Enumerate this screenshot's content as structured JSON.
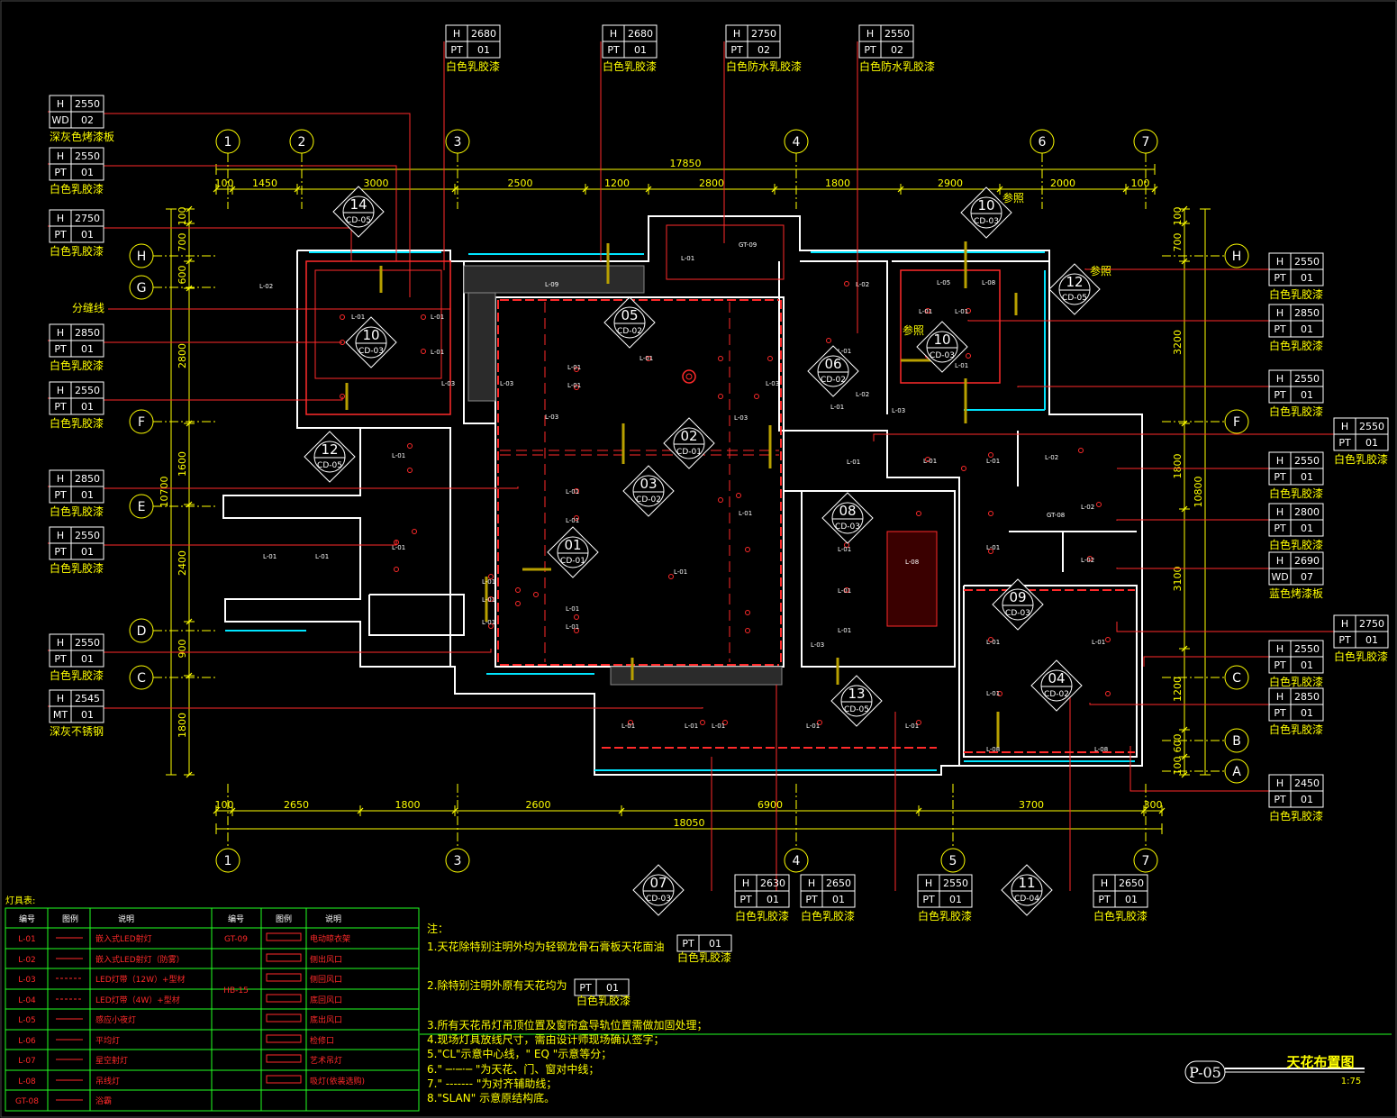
{
  "drawing": {
    "sheet_no": "P-05",
    "title": "天花布置图",
    "scale": "1:75"
  },
  "axes": {
    "top_cols": [
      "1",
      "2",
      "3",
      "4",
      "6",
      "7"
    ],
    "bottom_cols": [
      "1",
      "3",
      "4",
      "5",
      "7"
    ],
    "left_rows": [
      "H",
      "G",
      "F",
      "E",
      "D",
      "C"
    ],
    "right_rows": [
      "H",
      "F",
      "C",
      "B",
      "A"
    ]
  },
  "dims": {
    "top_total": "17850",
    "top": [
      "100",
      "1450",
      "3000",
      "2500",
      "1200",
      "2800",
      "1800",
      "2900",
      "2000",
      "100"
    ],
    "bottom_total": "18050",
    "bottom": [
      "100",
      "2650",
      "1800",
      "2600",
      "6900",
      "3700",
      "300"
    ],
    "left_total": "10700",
    "left": [
      "100",
      "700",
      "600",
      "2800",
      "1600",
      "2400",
      "900",
      "1800"
    ],
    "right_total": "10800",
    "right": [
      "100",
      "700",
      "3200",
      "1800",
      "3100",
      "1200",
      "600",
      "100"
    ]
  },
  "tags": [
    {
      "h": "2680",
      "code": "PT",
      "num": "01",
      "label": "白色乳胶漆"
    },
    {
      "h": "2680",
      "code": "PT",
      "num": "01",
      "label": "白色乳胶漆"
    },
    {
      "h": "2750",
      "code": "PT",
      "num": "02",
      "label": "白色防水乳胶漆"
    },
    {
      "h": "2550",
      "code": "PT",
      "num": "02",
      "label": "白色防水乳胶漆"
    },
    {
      "h": "2550",
      "code": "WD",
      "num": "02",
      "label": "深灰色烤漆板"
    },
    {
      "h": "2550",
      "code": "PT",
      "num": "01",
      "label": "白色乳胶漆"
    },
    {
      "h": "2750",
      "code": "PT",
      "num": "01",
      "label": "白色乳胶漆"
    },
    {
      "h": "2850",
      "code": "PT",
      "num": "01",
      "label": "白色乳胶漆"
    },
    {
      "h": "2550",
      "code": "PT",
      "num": "01",
      "label": "白色乳胶漆"
    },
    {
      "h": "2850",
      "code": "PT",
      "num": "01",
      "label": "白色乳胶漆"
    },
    {
      "h": "2550",
      "code": "PT",
      "num": "01",
      "label": "白色乳胶漆"
    },
    {
      "h": "2550",
      "code": "PT",
      "num": "01",
      "label": "白色乳胶漆"
    },
    {
      "h": "2545",
      "code": "MT",
      "num": "01",
      "label": "深灰不锈钢"
    },
    {
      "h": "2550",
      "code": "PT",
      "num": "01",
      "label": "白色乳胶漆"
    },
    {
      "h": "2850",
      "code": "PT",
      "num": "01",
      "label": "白色乳胶漆"
    },
    {
      "h": "2550",
      "code": "PT",
      "num": "01",
      "label": "白色乳胶漆"
    },
    {
      "h": "2550",
      "code": "PT",
      "num": "01",
      "label": "白色乳胶漆"
    },
    {
      "h": "2550",
      "code": "PT",
      "num": "01",
      "label": "白色乳胶漆"
    },
    {
      "h": "2800",
      "code": "PT",
      "num": "01",
      "label": "白色乳胶漆"
    },
    {
      "h": "2690",
      "code": "WD",
      "num": "07",
      "label": "蓝色烤漆板"
    },
    {
      "h": "2750",
      "code": "PT",
      "num": "01",
      "label": "白色乳胶漆"
    },
    {
      "h": "2550",
      "code": "PT",
      "num": "01",
      "label": "白色乳胶漆"
    },
    {
      "h": "2850",
      "code": "PT",
      "num": "01",
      "label": "白色乳胶漆"
    },
    {
      "h": "2450",
      "code": "PT",
      "num": "01",
      "label": "白色乳胶漆"
    },
    {
      "h": "2630",
      "code": "PT",
      "num": "01",
      "label": "白色乳胶漆"
    },
    {
      "h": "2650",
      "code": "PT",
      "num": "01",
      "label": "白色乳胶漆"
    },
    {
      "h": "2550",
      "code": "PT",
      "num": "01",
      "label": "白色乳胶漆"
    },
    {
      "h": "2650",
      "code": "PT",
      "num": "01",
      "label": "白色乳胶漆"
    }
  ],
  "h_prefix": "H",
  "side_labels": {
    "split_line": "分缝线",
    "ref1": "参照",
    "ref2": "参照",
    "ref3": "参照"
  },
  "callouts": [
    {
      "num": "14",
      "ref": "CD-05"
    },
    {
      "num": "10",
      "ref": "CD-03"
    },
    {
      "num": "12",
      "ref": "CD-05"
    },
    {
      "num": "05",
      "ref": "CD-02"
    },
    {
      "num": "02",
      "ref": "CD-01"
    },
    {
      "num": "03",
      "ref": "CD-02"
    },
    {
      "num": "01",
      "ref": "CD-01"
    },
    {
      "num": "06",
      "ref": "CD-02"
    },
    {
      "num": "10",
      "ref": "CD-03"
    },
    {
      "num": "10",
      "ref": "CD-03"
    },
    {
      "num": "12",
      "ref": "CD-05"
    },
    {
      "num": "08",
      "ref": "CD-03"
    },
    {
      "num": "09",
      "ref": "CD-03"
    },
    {
      "num": "04",
      "ref": "CD-02"
    },
    {
      "num": "13",
      "ref": "CD-05"
    },
    {
      "num": "07",
      "ref": "CD-03"
    },
    {
      "num": "11",
      "ref": "CD-04"
    }
  ],
  "notes": {
    "head": "注：",
    "n1": "1.天花除特别注明外均为轻钢龙骨石膏板天花面油",
    "n1_tag": {
      "code": "PT",
      "num": "01",
      "label": "白色乳胶漆"
    },
    "n2": "2.除特别注明外原有天花均为",
    "n2_tag": {
      "code": "PT",
      "num": "01",
      "label": "白色乳胶漆"
    },
    "n3": "3.所有天花吊灯吊顶位置及窗帘盒导轨位置需做加固处理；",
    "n4": "4.现场灯具放线尺寸，需由设计师现场确认签字；",
    "n5": "5.\"CL\"示意中心线，\" EQ \"示意等分；",
    "n6": "6.\" ─·─·─ \"为天花、门、窗对中线；",
    "n7": "7.\" ------- \"为对齐辅助线；",
    "n8": "8.\"SLAN\" 示意原结构底。"
  },
  "legend": {
    "title": "灯具表:",
    "headers": [
      "编号",
      "图例",
      "说明",
      "编号",
      "图例",
      "说明"
    ],
    "left": [
      {
        "code": "L-01",
        "desc": "嵌入式LED射灯"
      },
      {
        "code": "L-02",
        "desc": "嵌入式LED射灯（防雾）"
      },
      {
        "code": "L-03",
        "desc": "LED灯带（12W）+型材"
      },
      {
        "code": "L-04",
        "desc": "LED灯带（4W）+型材"
      },
      {
        "code": "L-05",
        "desc": "感应小夜灯"
      },
      {
        "code": "L-06",
        "desc": "平均灯"
      },
      {
        "code": "L-07",
        "desc": "星空射灯"
      },
      {
        "code": "L-08",
        "desc": "吊线灯"
      },
      {
        "code": "GT-08",
        "desc": "浴霸"
      }
    ],
    "right": [
      {
        "code": "GT-09",
        "desc": "电动晾衣架"
      },
      {
        "code": "",
        "desc": "侧出风口"
      },
      {
        "code": "",
        "desc": "侧回风口"
      },
      {
        "code": "HB-15",
        "desc": "底回风口"
      },
      {
        "code": "",
        "desc": "底出风口"
      },
      {
        "code": "",
        "desc": "检修口"
      },
      {
        "code": "",
        "desc": "艺术吊灯"
      },
      {
        "code": "",
        "desc": "吸灯(依装选购)"
      }
    ]
  },
  "light_labels": {
    "l01": "L-01",
    "l02": "L-02",
    "l03": "L-03",
    "l05": "L-05",
    "l08": "L-08",
    "gt08": "GT-08",
    "gt09": "GT-09",
    "l09": "L-09"
  },
  "colors": {
    "bg": "#000000",
    "dim": "#ffff00",
    "wall": "#ffffff",
    "red": "#ff2a2a",
    "cyan": "#00e5ff",
    "green": "#22ff22",
    "olive": "#b8a000"
  }
}
